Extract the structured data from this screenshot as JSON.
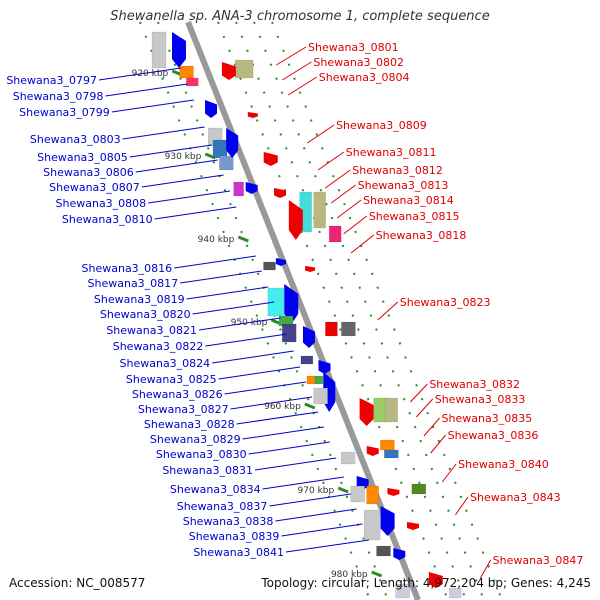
{
  "title": "Shewanella sp. ANA-3 chromosome 1, complete sequence",
  "accession": "Accession: NC_008577",
  "topology": "Topology: circular; Length: 4,972,204 bp; Genes: 4,245",
  "colors": {
    "forward_label": "#dd0000",
    "reverse_label": "#0000cc",
    "backbone": "#999999",
    "tick": "#2a8a2a"
  },
  "scale": [
    {
      "label": "920 kbp"
    },
    {
      "label": "930 kbp"
    },
    {
      "label": "940 kbp"
    },
    {
      "label": "950 kbp"
    },
    {
      "label": "960 kbp"
    },
    {
      "label": "970 kbp"
    },
    {
      "label": "980 kbp"
    }
  ],
  "right_labels": [
    "Shewana3_0801",
    "Shewana3_0802",
    "Shewana3_0804",
    "Shewana3_0809",
    "Shewana3_0811",
    "Shewana3_0812",
    "Shewana3_0813",
    "Shewana3_0814",
    "Shewana3_0815",
    "Shewana3_0818",
    "Shewana3_0823",
    "Shewana3_0832",
    "Shewana3_0833",
    "Shewana3_0835",
    "Shewana3_0836",
    "Shewana3_0840",
    "Shewana3_0843",
    "Shewana3_0847"
  ],
  "left_labels": [
    "Shewana3_0797",
    "Shewana3_0798",
    "Shewana3_0799",
    "Shewana3_0803",
    "Shewana3_0805",
    "Shewana3_0806",
    "Shewana3_0807",
    "Shewana3_0808",
    "Shewana3_0810",
    "Shewana3_0816",
    "Shewana3_0817",
    "Shewana3_0819",
    "Shewana3_0820",
    "Shewana3_0821",
    "Shewana3_0822",
    "Shewana3_0824",
    "Shewana3_0825",
    "Shewana3_0826",
    "Shewana3_0827",
    "Shewana3_0828",
    "Shewana3_0829",
    "Shewana3_0830",
    "Shewana3_0831",
    "Shewana3_0834",
    "Shewana3_0837",
    "Shewana3_0838",
    "Shewana3_0839",
    "Shewana3_0841"
  ]
}
